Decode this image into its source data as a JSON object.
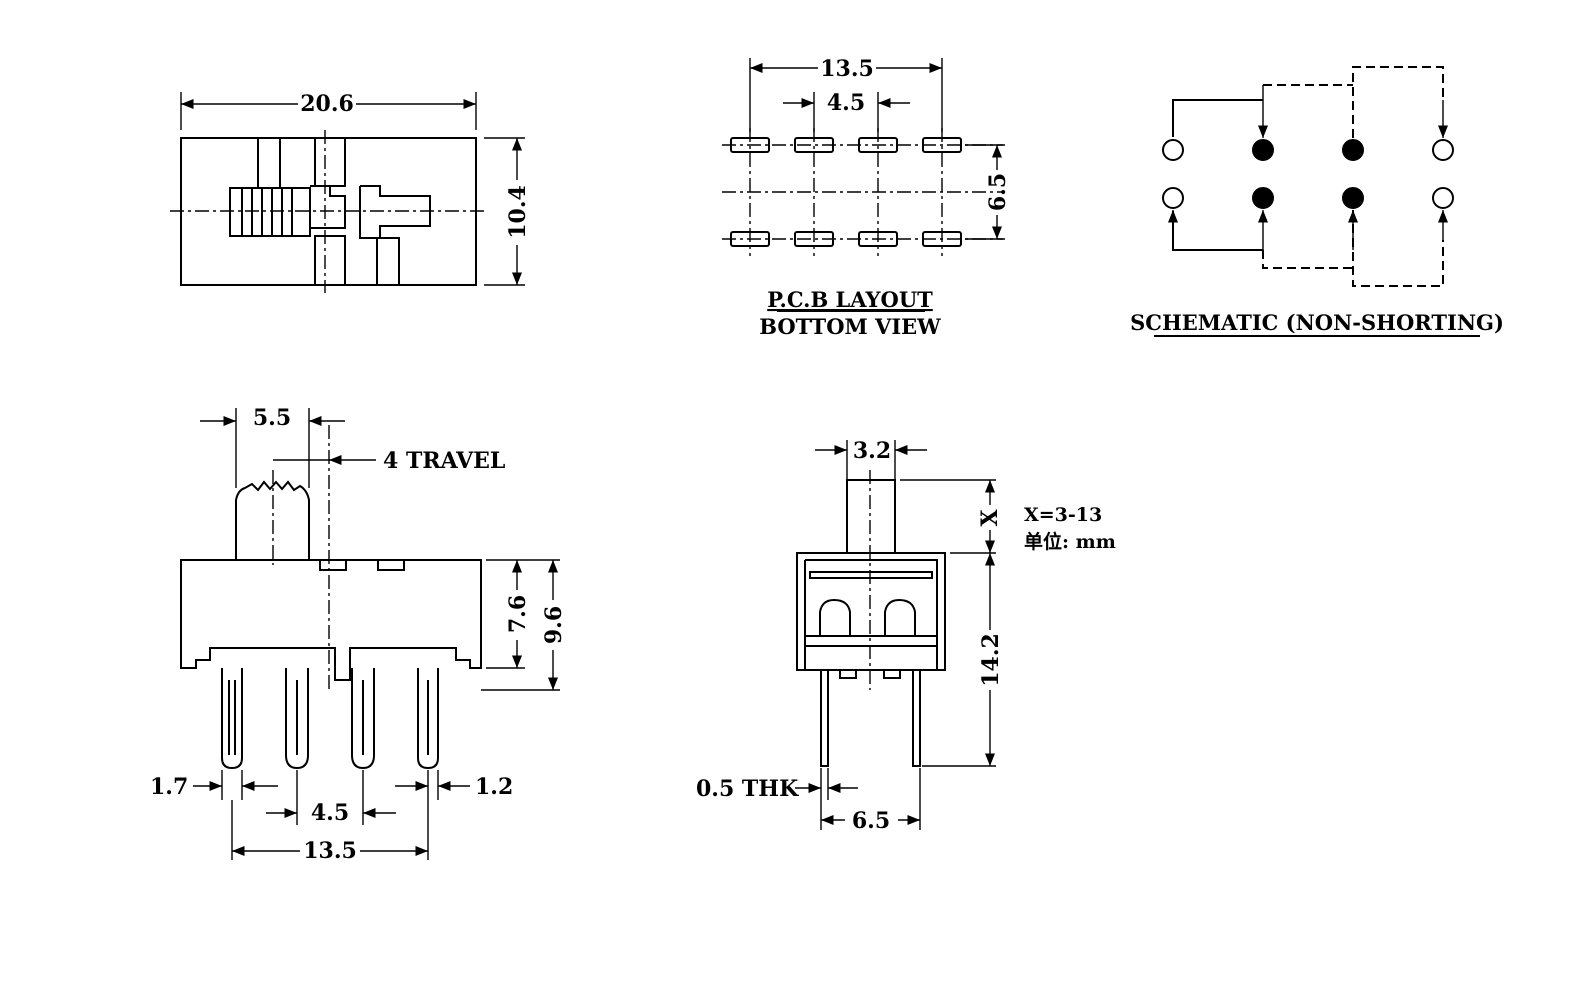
{
  "top_view": {
    "width_dim": "20.6",
    "height_dim": "10.4"
  },
  "pcb": {
    "pitch_total": "13.5",
    "pitch": "4.5",
    "row_spacing": "6.5",
    "title_line1": "P.C.B LAYOUT",
    "title_line2": "BOTTOM VIEW"
  },
  "schematic": {
    "title": "SCHEMATIC (NON-SHORTING)"
  },
  "side_view": {
    "knob_width": "5.5",
    "travel": "4 TRAVEL",
    "body_height": "7.6",
    "total_height": "9.6",
    "pin_left": "1.7",
    "pin_right": "1.2",
    "pitch": "4.5",
    "pitch_total": "13.5"
  },
  "end_view": {
    "knob_width": "3.2",
    "knob_height_label": "X",
    "knob_range": "X=3-13",
    "unit_label": "单位: mm",
    "body_height": "14.2",
    "pin_thickness": "0.5 THK",
    "pin_spacing": "6.5"
  }
}
